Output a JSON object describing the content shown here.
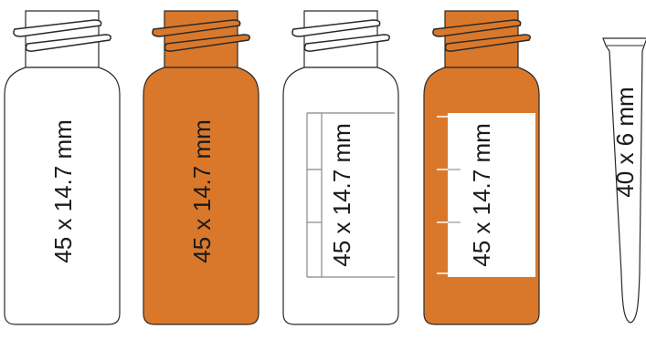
{
  "colors": {
    "amber": "#d9782b",
    "outline": "#2a2a2a",
    "clear": "#ffffff"
  },
  "vials": [
    {
      "type": "clear",
      "graduated": false,
      "label": "45 x 14.7 mm"
    },
    {
      "type": "amber",
      "graduated": false,
      "label": "45 x 14.7 mm"
    },
    {
      "type": "clear",
      "graduated": true,
      "label": "45 x 14.7 mm"
    },
    {
      "type": "amber",
      "graduated": true,
      "label": "45 x 14.7 mm"
    }
  ],
  "insert": {
    "label": "40 x 6 mm"
  }
}
